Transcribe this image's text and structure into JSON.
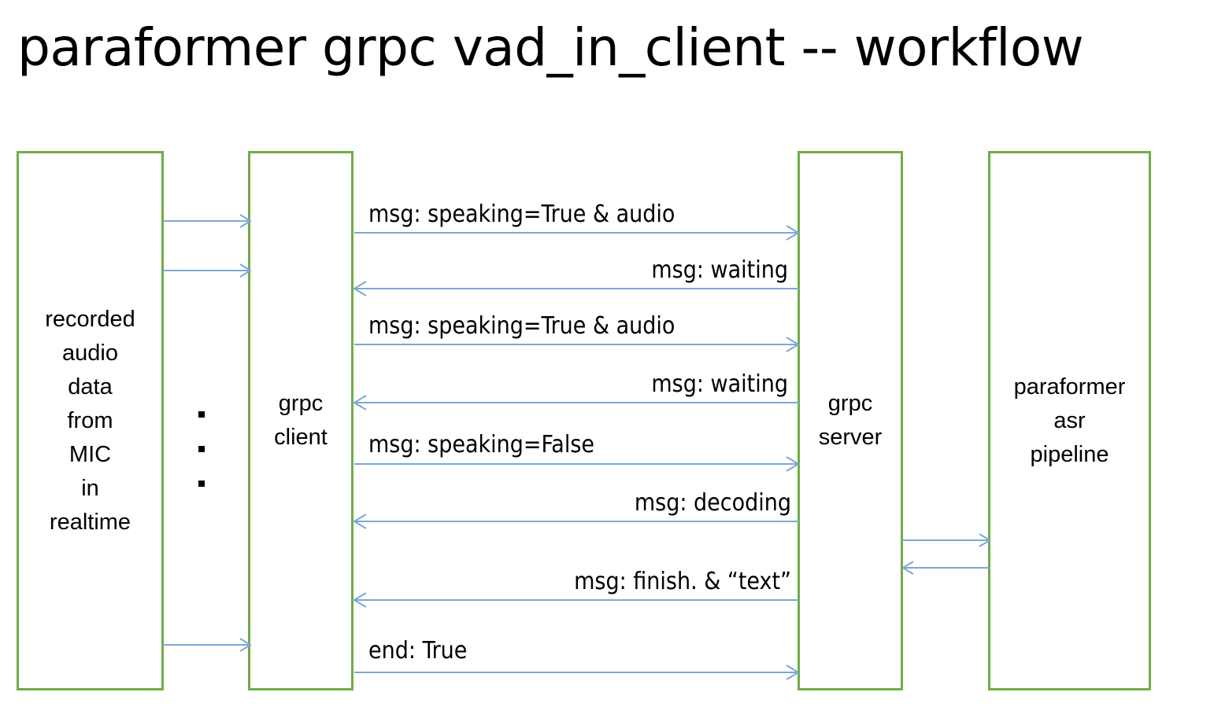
{
  "title": "paraformer grpc vad_in_client -- workflow",
  "colors": {
    "box_border": "#70AD47",
    "arrow": "#7BA7D7",
    "text": "#000000",
    "background": "#FFFFFF"
  },
  "participants": [
    {
      "id": "recorded-audio",
      "label": "recorded\naudio\ndata\nfrom\nMIC\nin\nrealtime"
    },
    {
      "id": "grpc-client",
      "label": "grpc\nclient"
    },
    {
      "id": "grpc-server",
      "label": "grpc\nserver"
    },
    {
      "id": "asr-pipeline",
      "label": "paraformer\nasr\npipeline"
    }
  ],
  "ellipsis": {
    "dots": 3
  },
  "messages": [
    {
      "id": "audio-feed-1",
      "label": "",
      "from": "recorded-audio",
      "to": "grpc-client",
      "direction": "right"
    },
    {
      "id": "audio-feed-2",
      "label": "",
      "from": "recorded-audio",
      "to": "grpc-client",
      "direction": "right"
    },
    {
      "id": "audio-feed-3",
      "label": "",
      "from": "recorded-audio",
      "to": "grpc-client",
      "direction": "right"
    },
    {
      "id": "speaking-true-1",
      "label": "msg: speaking=True & audio",
      "from": "grpc-client",
      "to": "grpc-server",
      "direction": "right"
    },
    {
      "id": "waiting-1",
      "label": "msg: waiting",
      "from": "grpc-server",
      "to": "grpc-client",
      "direction": "left"
    },
    {
      "id": "speaking-true-2",
      "label": "msg: speaking=True & audio",
      "from": "grpc-client",
      "to": "grpc-server",
      "direction": "right"
    },
    {
      "id": "waiting-2",
      "label": "msg: waiting",
      "from": "grpc-server",
      "to": "grpc-client",
      "direction": "left"
    },
    {
      "id": "speaking-false",
      "label": "msg: speaking=False",
      "from": "grpc-client",
      "to": "grpc-server",
      "direction": "right"
    },
    {
      "id": "decoding",
      "label": "msg: decoding",
      "from": "grpc-server",
      "to": "grpc-client",
      "direction": "left"
    },
    {
      "id": "finish-text",
      "label": "msg: finish. &  “text”",
      "from": "grpc-server",
      "to": "grpc-client",
      "direction": "left"
    },
    {
      "id": "end-true",
      "label": "end: True",
      "from": "grpc-client",
      "to": "grpc-server",
      "direction": "right"
    },
    {
      "id": "server-to-asr",
      "label": "",
      "from": "grpc-server",
      "to": "asr-pipeline",
      "direction": "right"
    },
    {
      "id": "asr-to-server",
      "label": "",
      "from": "asr-pipeline",
      "to": "grpc-server",
      "direction": "left"
    }
  ]
}
